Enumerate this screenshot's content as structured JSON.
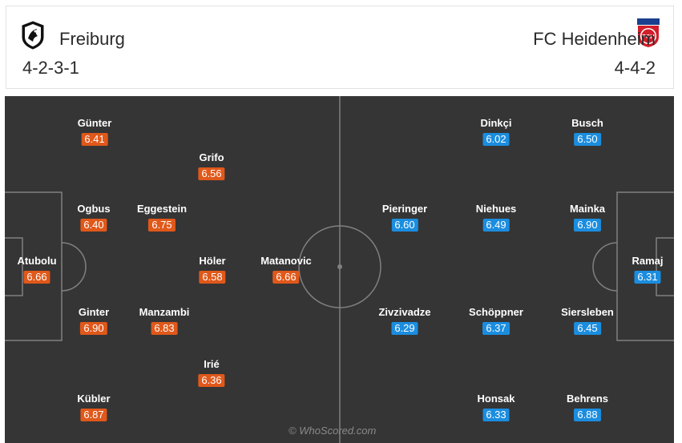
{
  "home": {
    "name": "Freiburg",
    "formation": "4-2-3-1",
    "rating_color": "#e0581a",
    "crest_icon": "freiburg-crest-icon",
    "players": [
      {
        "name": "Günter",
        "rating": "6.41"
      },
      {
        "name": "Grifo",
        "rating": "6.56"
      },
      {
        "name": "Ogbus",
        "rating": "6.40"
      },
      {
        "name": "Eggestein",
        "rating": "6.75"
      },
      {
        "name": "Atubolu",
        "rating": "6.66"
      },
      {
        "name": "Höler",
        "rating": "6.58"
      },
      {
        "name": "Matanovic",
        "rating": "6.66"
      },
      {
        "name": "Ginter",
        "rating": "6.90"
      },
      {
        "name": "Manzambi",
        "rating": "6.83"
      },
      {
        "name": "Irié",
        "rating": "6.36"
      },
      {
        "name": "Kübler",
        "rating": "6.87"
      }
    ]
  },
  "away": {
    "name": "FC Heidenheim",
    "formation": "4-4-2",
    "rating_color": "#1b8ddf",
    "crest_icon": "heidenheim-crest-icon",
    "crest_text": "FCH",
    "players": [
      {
        "name": "Dinkçi",
        "rating": "6.02"
      },
      {
        "name": "Busch",
        "rating": "6.50"
      },
      {
        "name": "Pieringer",
        "rating": "6.60"
      },
      {
        "name": "Niehues",
        "rating": "6.49"
      },
      {
        "name": "Mainka",
        "rating": "6.90"
      },
      {
        "name": "Ramaj",
        "rating": "6.31"
      },
      {
        "name": "Zivzivadze",
        "rating": "6.29"
      },
      {
        "name": "Schöppner",
        "rating": "6.37"
      },
      {
        "name": "Siersleben",
        "rating": "6.45"
      },
      {
        "name": "Honsak",
        "rating": "6.33"
      },
      {
        "name": "Behrens",
        "rating": "6.88"
      }
    ]
  },
  "pitch_color": "#353535",
  "watermark": "© WhoScored.com"
}
